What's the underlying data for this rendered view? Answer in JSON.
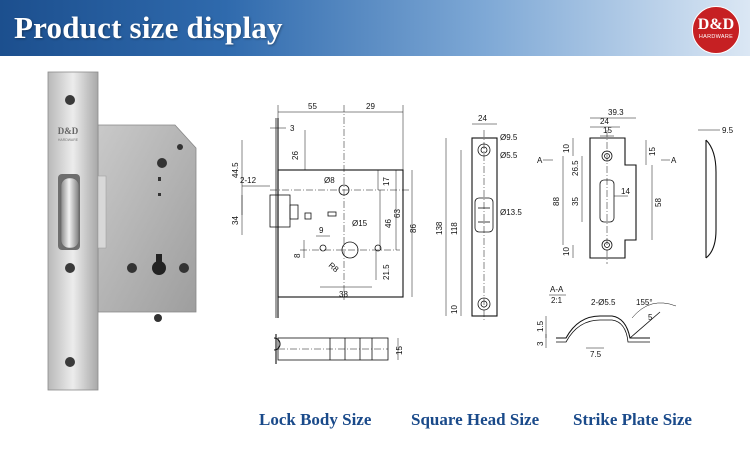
{
  "header": {
    "title": "Product size display"
  },
  "logo": {
    "main": "D&D",
    "sub": "HARDWARE"
  },
  "photo": {
    "plate_logo": "D&D",
    "plate_sub": "HARDWARE"
  },
  "captions": {
    "lock_body": "Lock Body Size",
    "square_head": "Square Head Size",
    "strike_plate": "Strike Plate Size"
  },
  "lock_body": {
    "d55": "55",
    "d29": "29",
    "d3": "3",
    "d26": "26",
    "d44_5": "44.5",
    "d2_12": "2-12",
    "d34": "34",
    "d8": "Ø8",
    "d17": "17",
    "d46": "46",
    "d63": "63",
    "d86": "86",
    "d15": "Ø15",
    "d9": "9",
    "d8b": "8",
    "dR": "R8",
    "d21_5": "21.5",
    "d38": "38",
    "d15b": "15"
  },
  "square_head": {
    "d24": "24",
    "d9_5": "Ø9.5",
    "d5_5": "Ø5.5",
    "d138": "138",
    "d118": "118",
    "d13_5": "Ø13.5",
    "d10": "10"
  },
  "strike_plate": {
    "d39_3": "39.3",
    "d24": "24",
    "d15": "15",
    "dA_left": "A",
    "dA_right": "A",
    "d10": "10",
    "d26_5": "26.5",
    "d15r": "15",
    "d88": "88",
    "d35": "35",
    "d14": "14",
    "d58": "58",
    "d10b": "10",
    "d9_5": "9.5",
    "section": "A-A",
    "scale": "2:1",
    "d2_5_5": "2-Ø5.5",
    "d155": "155°",
    "d5": "5",
    "d1_5": "1.5",
    "d3": "3",
    "d7_5": "7.5"
  }
}
